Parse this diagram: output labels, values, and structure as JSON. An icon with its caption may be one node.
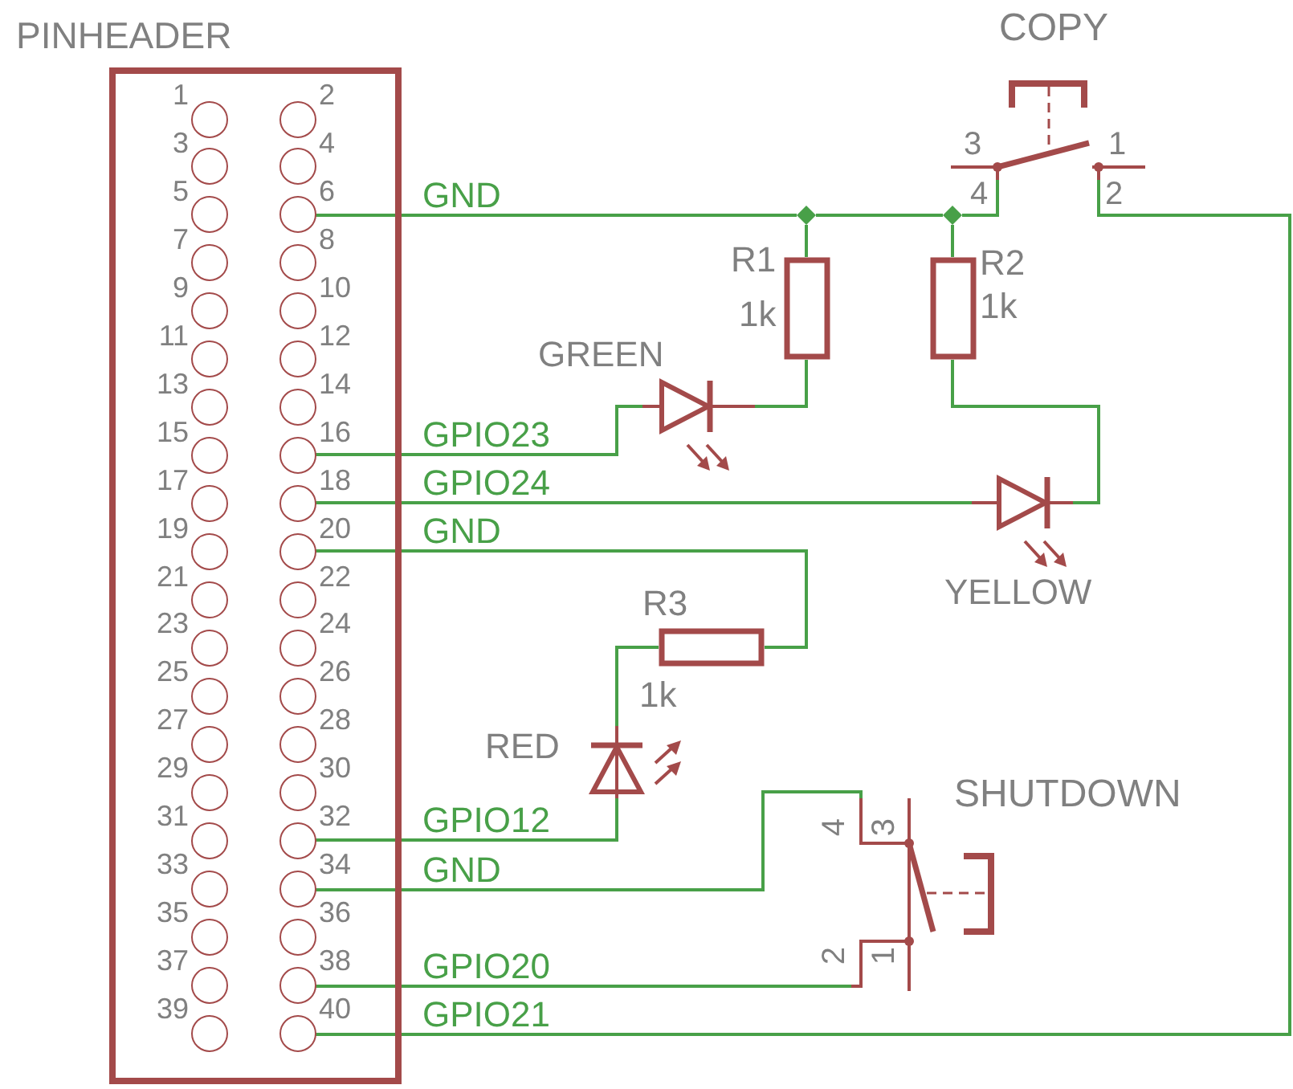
{
  "diagram": {
    "nodes": [
      {
        "text": [
          "PINHEADER"
        ]
      },
      {
        "text": [],
        "shape": "circle",
        "in": 0,
        "beside": [
          "1"
        ]
      },
      {
        "text": [],
        "shape": "circle",
        "in": 0,
        "beside": [
          "2"
        ]
      },
      {
        "text": [],
        "shape": "circle",
        "in": 0,
        "beside": [
          "3"
        ]
      },
      {
        "text": [],
        "shape": "circle",
        "in": 0,
        "beside": [
          "4"
        ]
      },
      {
        "text": [],
        "shape": "circle",
        "in": 0,
        "beside": [
          "5"
        ]
      },
      {
        "text": [],
        "shape": "circle",
        "in": 0,
        "beside": [
          "6"
        ]
      },
      {
        "text": [],
        "shape": "circle",
        "in": 0,
        "beside": [
          "7"
        ]
      },
      {
        "text": [],
        "shape": "circle",
        "in": 0,
        "beside": [
          "8"
        ]
      },
      {
        "text": [],
        "shape": "circle",
        "in": 0,
        "beside": [
          "9"
        ]
      },
      {
        "text": [],
        "shape": "circle",
        "in": 0,
        "beside": [
          "10"
        ]
      },
      {
        "text": [],
        "shape": "circle",
        "in": 0,
        "beside": [
          "11"
        ]
      },
      {
        "text": [],
        "shape": "circle",
        "in": 0,
        "beside": [
          "12"
        ]
      },
      {
        "text": [],
        "shape": "circle",
        "in": 0,
        "beside": [
          "13"
        ]
      },
      {
        "text": [],
        "shape": "circle",
        "in": 0,
        "beside": [
          "14"
        ]
      },
      {
        "text": [],
        "shape": "circle",
        "in": 0,
        "beside": [
          "15"
        ]
      },
      {
        "text": [],
        "shape": "circle",
        "in": 0,
        "beside": [
          "16"
        ]
      },
      {
        "text": [],
        "shape": "circle",
        "in": 0,
        "beside": [
          "17"
        ]
      },
      {
        "text": [],
        "shape": "circle",
        "in": 0,
        "beside": [
          "18"
        ]
      },
      {
        "text": [],
        "shape": "circle",
        "in": 0,
        "beside": [
          "19"
        ]
      },
      {
        "text": [],
        "shape": "circle",
        "in": 0,
        "beside": [
          "20"
        ]
      },
      {
        "text": [],
        "shape": "circle",
        "in": 0,
        "beside": [
          "21"
        ]
      },
      {
        "text": [],
        "shape": "circle",
        "in": 0,
        "beside": [
          "22"
        ]
      },
      {
        "text": [],
        "shape": "circle",
        "in": 0,
        "beside": [
          "23"
        ]
      },
      {
        "text": [],
        "shape": "circle",
        "in": 0,
        "beside": [
          "24"
        ]
      },
      {
        "text": [],
        "shape": "circle",
        "in": 0,
        "beside": [
          "25"
        ]
      },
      {
        "text": [],
        "shape": "circle",
        "in": 0,
        "beside": [
          "26"
        ]
      },
      {
        "text": [],
        "shape": "circle",
        "in": 0,
        "beside": [
          "27"
        ]
      },
      {
        "text": [],
        "shape": "circle",
        "in": 0,
        "beside": [
          "28"
        ]
      },
      {
        "text": [],
        "shape": "circle",
        "in": 0,
        "beside": [
          "29"
        ]
      },
      {
        "text": [],
        "shape": "circle",
        "in": 0,
        "beside": [
          "30"
        ]
      },
      {
        "text": [],
        "shape": "circle",
        "in": 0,
        "beside": [
          "31"
        ]
      },
      {
        "text": [],
        "shape": "circle",
        "in": 0,
        "beside": [
          "32"
        ]
      },
      {
        "text": [],
        "shape": "circle",
        "in": 0,
        "beside": [
          "33"
        ]
      },
      {
        "text": [],
        "shape": "circle",
        "in": 0,
        "beside": [
          "34"
        ]
      },
      {
        "text": [],
        "shape": "circle",
        "in": 0,
        "beside": [
          "35"
        ]
      },
      {
        "text": [],
        "shape": "circle",
        "in": 0,
        "beside": [
          "36"
        ]
      },
      {
        "text": [],
        "shape": "circle",
        "in": 0,
        "beside": [
          "37"
        ]
      },
      {
        "text": [],
        "shape": "circle",
        "in": 0,
        "beside": [
          "38"
        ]
      },
      {
        "text": [],
        "shape": "circle",
        "in": 0,
        "beside": [
          "39"
        ]
      },
      {
        "text": [],
        "shape": "circle",
        "in": 0,
        "beside": [
          "40"
        ]
      },
      {
        "text": [],
        "shape": "box",
        "beside": [
          "R1",
          "1k"
        ]
      },
      {
        "text": [],
        "shape": "box",
        "beside": [
          "R2",
          "1k"
        ]
      },
      {
        "text": [],
        "shape": "box",
        "beside": [
          "R3",
          "1k"
        ]
      },
      {
        "text": [],
        "shape": "diode",
        "beside": [
          "GREEN"
        ]
      },
      {
        "text": [],
        "shape": "diode",
        "beside": [
          "YELLOW"
        ]
      },
      {
        "text": [],
        "shape": "diode",
        "beside": [
          "RED"
        ]
      },
      {
        "text": [
          "3",
          "1"
        ],
        "beside": [
          "COPY",
          "4",
          "2"
        ]
      },
      {
        "text": [
          "3",
          "1"
        ],
        "beside": [
          "SHUTDOWN",
          "4",
          "2"
        ]
      },
      {
        "text": [],
        "shape": "diamond"
      },
      {
        "text": [],
        "shape": "diamond"
      }
    ],
    "edges": [
      {
        "from": 6,
        "to": 49,
        "arrow": "none",
        "label": "GND"
      },
      {
        "from": 49,
        "to": 50,
        "arrow": "none"
      },
      {
        "from": 50,
        "to": 47,
        "arrow": "none"
      },
      {
        "from": 49,
        "to": 41,
        "arrow": "none"
      },
      {
        "from": 50,
        "to": 42,
        "arrow": "none"
      },
      {
        "from": 41,
        "to": 44,
        "arrow": "none"
      },
      {
        "from": 16,
        "to": 44,
        "arrow": "none",
        "label": "GPIO23"
      },
      {
        "from": 42,
        "to": 45,
        "arrow": "none"
      },
      {
        "from": 18,
        "to": 45,
        "arrow": "none",
        "label": "GPIO24"
      },
      {
        "from": 20,
        "to": 43,
        "arrow": "none",
        "label": "GND"
      },
      {
        "from": 43,
        "to": 46,
        "arrow": "none"
      },
      {
        "from": 32,
        "to": 46,
        "arrow": "none",
        "label": "GPIO12"
      },
      {
        "from": 34,
        "to": 48,
        "arrow": "none",
        "label": "GND"
      },
      {
        "from": 38,
        "to": 48,
        "arrow": "none",
        "label": "GPIO20"
      },
      {
        "from": 40,
        "to": 47,
        "arrow": "none",
        "label": "GPIO21"
      }
    ]
  }
}
